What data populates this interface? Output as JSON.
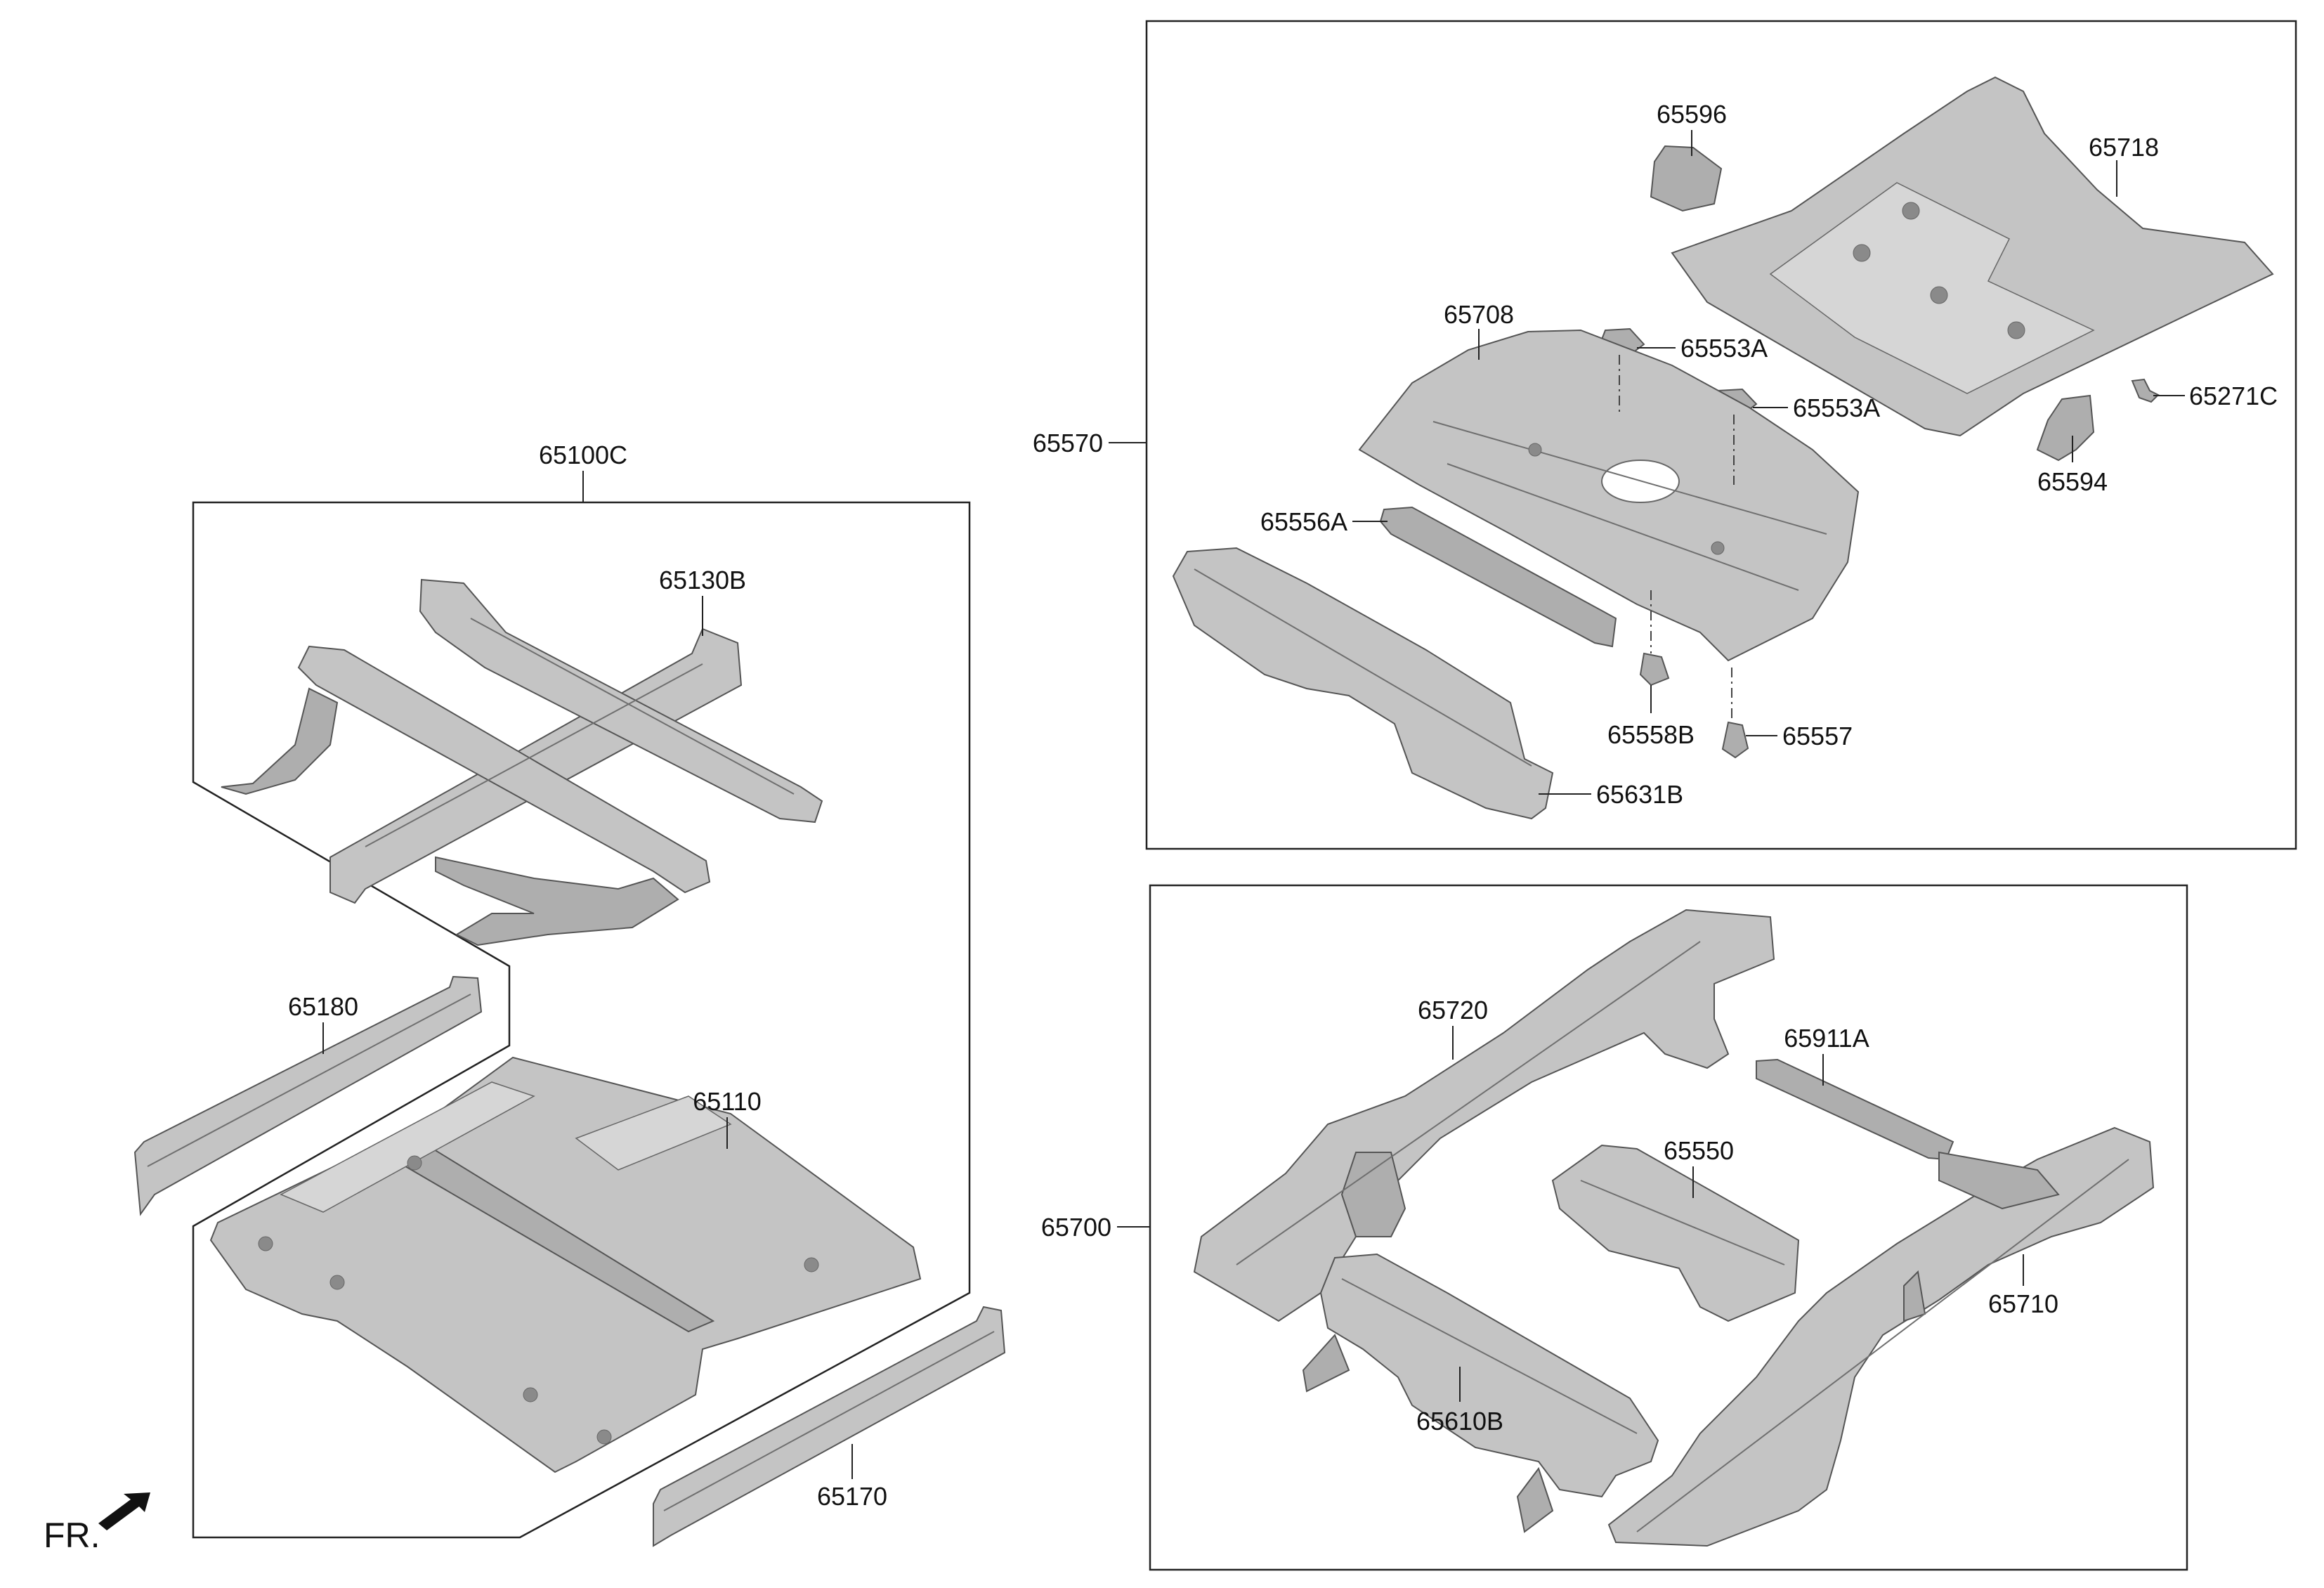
{
  "labels": {
    "p65100C": "65100C",
    "p65130B": "65130B",
    "p65180": "65180",
    "p65110": "65110",
    "p65170": "65170",
    "p65570": "65570",
    "p65596": "65596",
    "p65718": "65718",
    "p65708": "65708",
    "p65553A_1": "65553A",
    "p65553A_2": "65553A",
    "p65271C": "65271C",
    "p65594": "65594",
    "p65556A": "65556A",
    "p65558B": "65558B",
    "p65557": "65557",
    "p65631B": "65631B",
    "p65700": "65700",
    "p65720": "65720",
    "p65911A": "65911A",
    "p65550": "65550",
    "p65710": "65710",
    "p65610B": "65610B"
  },
  "direction": {
    "text": "FR.",
    "icon": "front-direction-arrow-icon"
  },
  "colors": {
    "line": "#222222",
    "part_fill": "#c4c4c4",
    "part_shade": "#aeaeae"
  }
}
